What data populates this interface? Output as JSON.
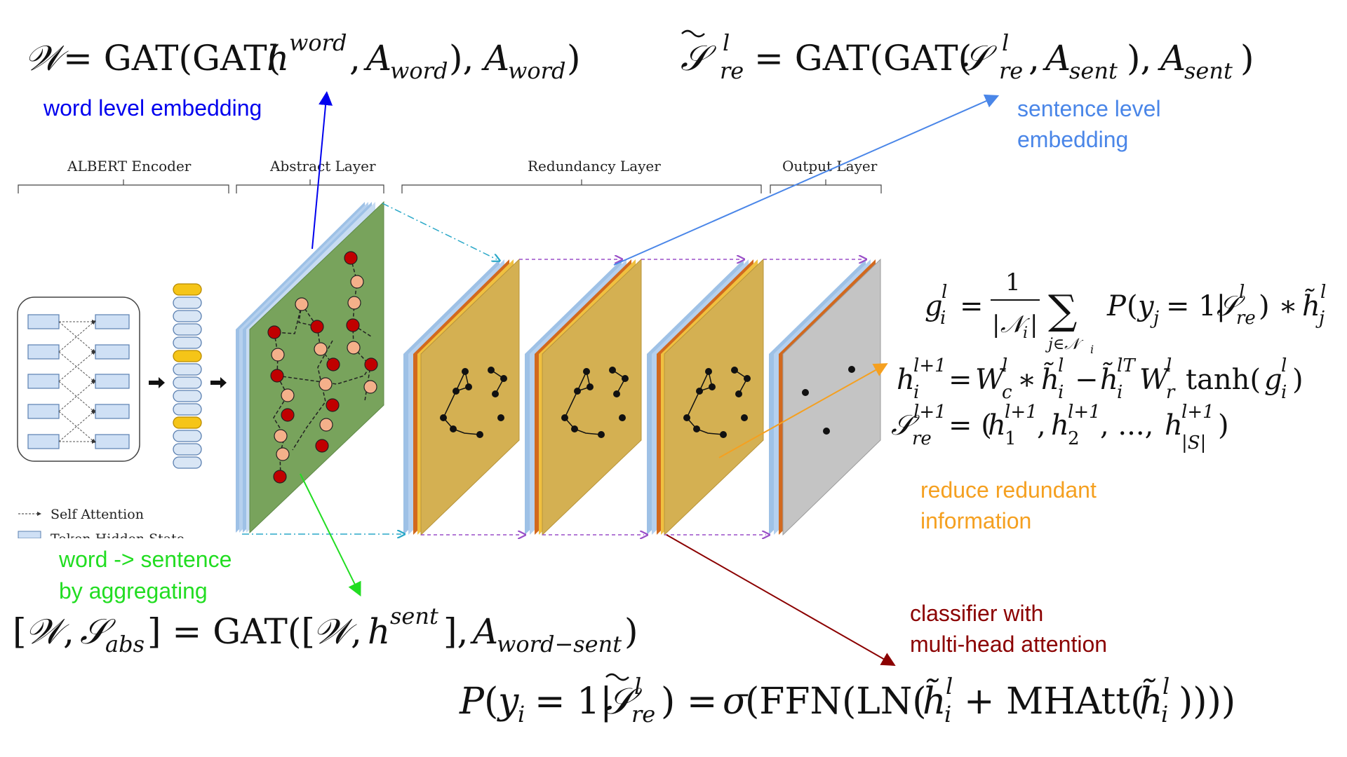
{
  "section_labels": {
    "albert": "ALBERT Encoder",
    "abstract": "Abstract Layer",
    "redundancy": "Redundancy Layer",
    "output": "Output Layer"
  },
  "legend": {
    "self_attention": "Self Attention",
    "token_hidden_state": "Token Hidden State"
  },
  "annotations": {
    "word_level": "word level embedding",
    "sentence_level_1": "sentence level",
    "sentence_level_2": "embedding",
    "word_sentence_1": "word -> sentence",
    "word_sentence_2": "by aggregating",
    "reduce_1": "reduce redundant",
    "reduce_2": "information",
    "classifier_1": "classifier with",
    "classifier_2": "multi-head attention"
  },
  "equations": {
    "word_gat": "𝒲 = GAT(GAT(hʷᵒʳᵈ, A_word), A_word)",
    "sent_gat": "S̃ˡ_re = GAT(GAT(Sˡ_re, A_sent), A_sent)",
    "g_eq": "gˡᵢ = 1/|𝒩ᵢ| Σ_{j∈𝒩ᵢ} P(yⱼ = 1|S̃ˡ_re) ∗ h̃ˡⱼ",
    "h_eq": "hˡ⁺¹ᵢ = Wˡ_c ∗ h̃ˡᵢ − h̃ˡᵀᵢ Wˡ_r tanh(gˡᵢ)",
    "s_eq": "Sˡ⁺¹_re = (hˡ⁺¹₁, hˡ⁺¹₂, ..., hˡ⁺¹_|S|)",
    "ws_eq": "[𝒲, S_abs] = GAT([𝒲, hˢᵉⁿᵗ], A_word−sent)",
    "p_eq": "P(yᵢ = 1|S̃ˡ_re) = σ(FFN(LN(h̃ˡᵢ + MHAtt(h̃ˡᵢ))))"
  },
  "colors": {
    "blue_dark": "#0000ee",
    "blue_light": "#4a86e8",
    "green": "#22dd22",
    "orange": "#f5a020",
    "maroon": "#8b0000",
    "abstract_panel": "#7aa35e",
    "redundancy_panel": "#d4b052",
    "output_panel": "#c4c4c4"
  }
}
